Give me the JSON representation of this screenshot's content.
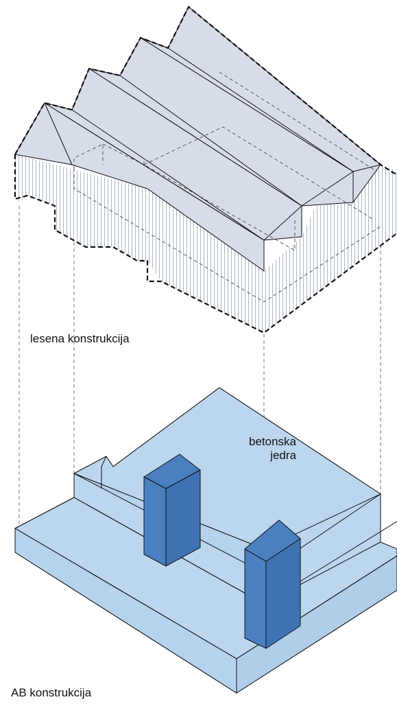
{
  "labels": {
    "timber": "lesena konstrukcija",
    "cores_line1": "betonska",
    "cores_line2": "jedra",
    "rc": "AB konstrukcija"
  },
  "colors": {
    "roof": "#d7dde8",
    "wall_hatch": "#a8b4c8",
    "base": "#bcd6ef",
    "core": "#4a7fc0",
    "stroke": "#111111"
  }
}
